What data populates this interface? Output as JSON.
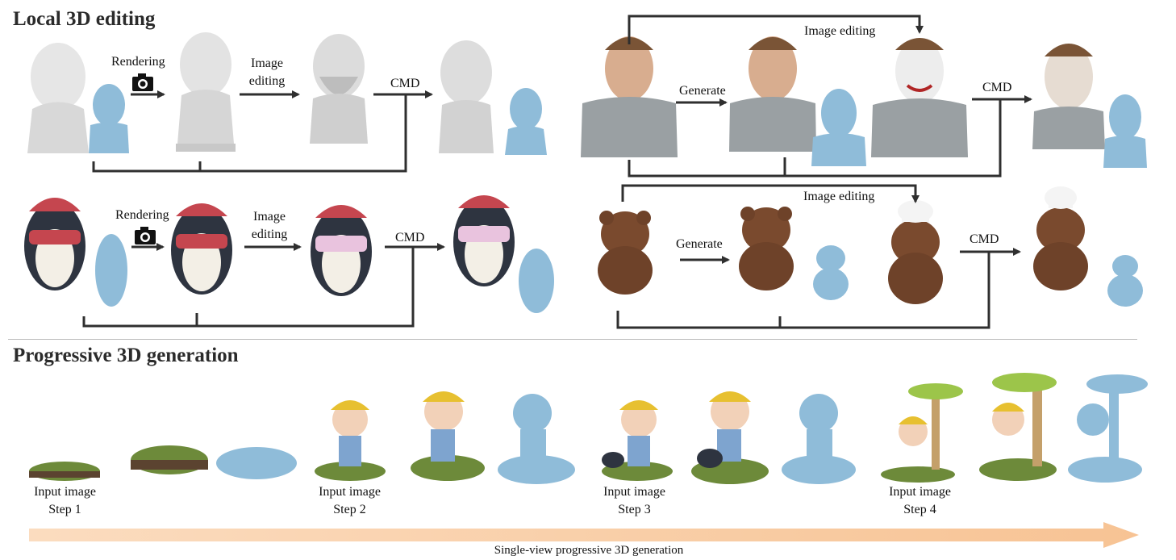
{
  "local_editing": {
    "title": "Local 3D editing",
    "labels": {
      "rendering": "Rendering",
      "image_editing_1": "Image",
      "image_editing_2": "editing",
      "cmd": "CMD",
      "image_editing": "Image editing",
      "generate": "Generate"
    }
  },
  "progressive": {
    "title": "Progressive 3D generation",
    "input_image": "Input image",
    "steps": [
      "Step 1",
      "Step 2",
      "Step 3",
      "Step 4"
    ],
    "axis_label": "Single-view progressive 3D generation"
  },
  "colors": {
    "shape_blue": "#8fbcd9",
    "box_blue": "#c9d7ee",
    "box_green": "#d6ece8",
    "arrow": "#2f2f2f",
    "timeline": "#f6c79a"
  },
  "icons": [
    "camera-icon"
  ]
}
